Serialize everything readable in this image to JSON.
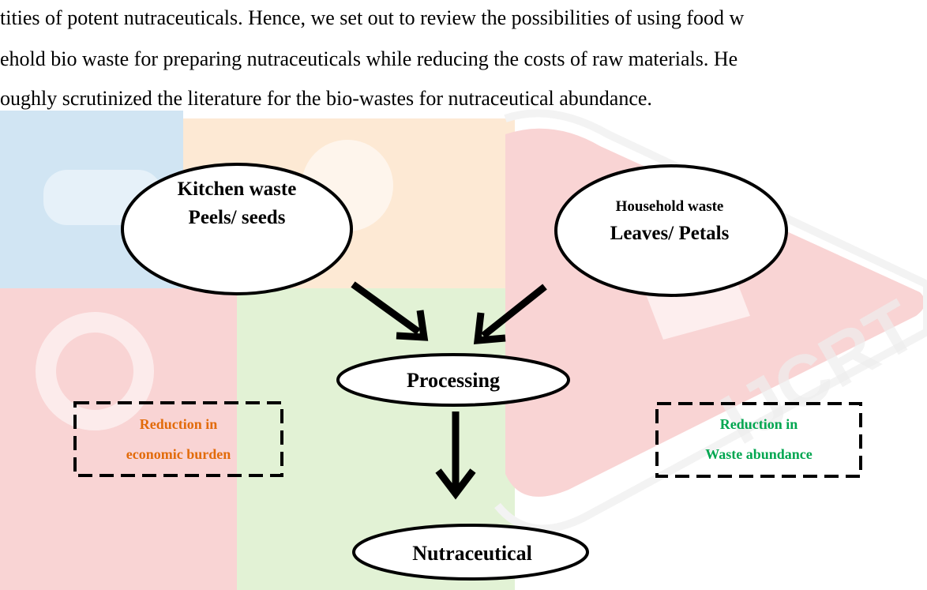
{
  "paragraph": {
    "line1": "tities of potent nutraceuticals.  Hence, we set out to review the possibilities of using food w",
    "line2": "ehold bio waste for preparing nutraceuticals while reducing the costs of raw materials. He",
    "line3": "oughly scrutinized the literature for the bio-wastes for nutraceutical abundance."
  },
  "watermark": {
    "text": "IJCRT",
    "colors": {
      "blue": "#2E8BC8",
      "orange": "#F39A3D",
      "red": "#E23B3B",
      "green": "#7DC242",
      "gray": "#C9C9C9"
    }
  },
  "diagram": {
    "kitchen_waste": {
      "title": "Kitchen waste",
      "subtitle": "Peels/ seeds"
    },
    "household_waste": {
      "title": "Household waste",
      "subtitle": "Leaves/ Petals"
    },
    "processing": "Processing",
    "nutraceutical": "Nutraceutical",
    "reduction_left": {
      "line1": "Reduction in",
      "line2": "economic burden",
      "color": "#E26B0A"
    },
    "reduction_right": {
      "line1": "Reduction in",
      "line2": "Waste abundance",
      "color": "#00A650"
    }
  }
}
